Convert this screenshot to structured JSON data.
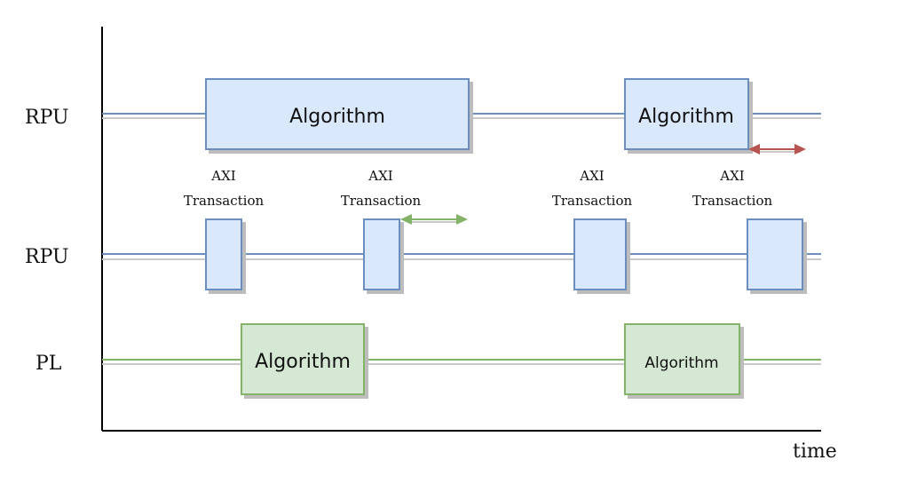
{
  "lanes": {
    "top": "RPU",
    "middle": "RPU",
    "bottom": "PL"
  },
  "axis": {
    "x_label": "time"
  },
  "blocks": {
    "rpu_algo_1": "Algorithm",
    "rpu_algo_2": "Algorithm",
    "pl_algo_1": "Algorithm",
    "pl_algo_2": "Algorithm"
  },
  "axi_labels": [
    {
      "line1": "AXI",
      "line2": "Transaction"
    },
    {
      "line1": "AXI",
      "line2": "Transaction"
    },
    {
      "line1": "AXI",
      "line2": "Transaction"
    },
    {
      "line1": "AXI",
      "line2": "Transaction"
    }
  ],
  "colors": {
    "blue_fill": "#dae8fc",
    "blue_stroke": "#6c8ebf",
    "green_fill": "#d5e8d4",
    "green_stroke": "#82b366",
    "red_arrow": "#b85450",
    "green_arrow": "#82b366"
  }
}
